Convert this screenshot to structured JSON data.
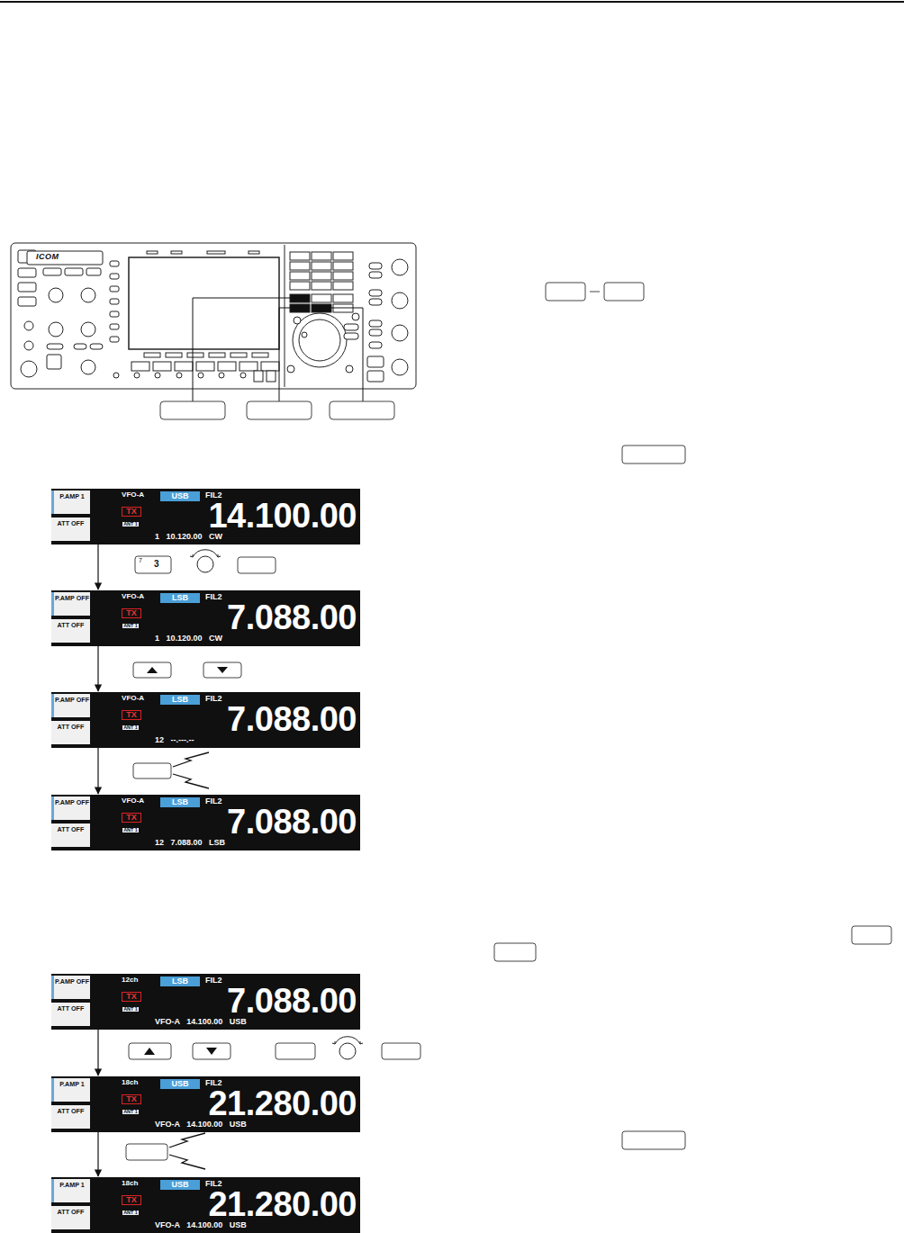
{
  "diagram": {
    "nodes": [
      {
        "text": [
          "P.AMP 1",
          "ATT OFF",
          "VFO-A",
          "USB",
          "FIL2",
          "TX",
          "ANT 1",
          "14.100.00",
          "1 10.120.00 CW"
        ]
      },
      {
        "text": [
          "P.AMP OFF",
          "ATT OFF",
          "VFO-A",
          "LSB",
          "FIL2",
          "TX",
          "ANT 1",
          "7.088.00",
          "1 10.120.00 CW"
        ]
      },
      {
        "text": [
          "P.AMP OFF",
          "ATT OFF",
          "VFO-A",
          "LSB",
          "FIL2",
          "TX",
          "ANT 1",
          "7.088.00",
          "12 --.---.--"
        ]
      },
      {
        "text": [
          "P.AMP OFF",
          "ATT OFF",
          "VFO-A",
          "LSB",
          "FIL2",
          "TX",
          "ANT 1",
          "7.088.00",
          "12 7.088.00 LSB"
        ]
      },
      {
        "text": [
          "P.AMP OFF",
          "ATT OFF",
          "12ch",
          "LSB",
          "FIL2",
          "TX",
          "ANT 1",
          "7.088.00",
          "VFO-A 14.100.00 USB"
        ]
      },
      {
        "text": [
          "P.AMP 1",
          "ATT OFF",
          "18ch",
          "USB",
          "FIL2",
          "TX",
          "ANT 1",
          "21.280.00",
          "VFO-A 14.100.00 USB"
        ]
      },
      {
        "text": [
          "P.AMP 1",
          "ATT OFF",
          "18ch",
          "USB",
          "FIL2",
          "TX",
          "ANT 1",
          "21.280.00",
          "VFO-A 14.100.00 USB"
        ]
      }
    ],
    "edges": [
      {
        "from": 0,
        "to": 1,
        "arrow": "to"
      },
      {
        "from": 1,
        "to": 2,
        "arrow": "to"
      },
      {
        "from": 2,
        "to": 3,
        "arrow": "to"
      },
      {
        "from": 4,
        "to": 5,
        "arrow": "to"
      },
      {
        "from": 5,
        "to": 6,
        "arrow": "to"
      }
    ],
    "labels": [
      "ICOM",
      "7",
      "3"
    ]
  }
}
